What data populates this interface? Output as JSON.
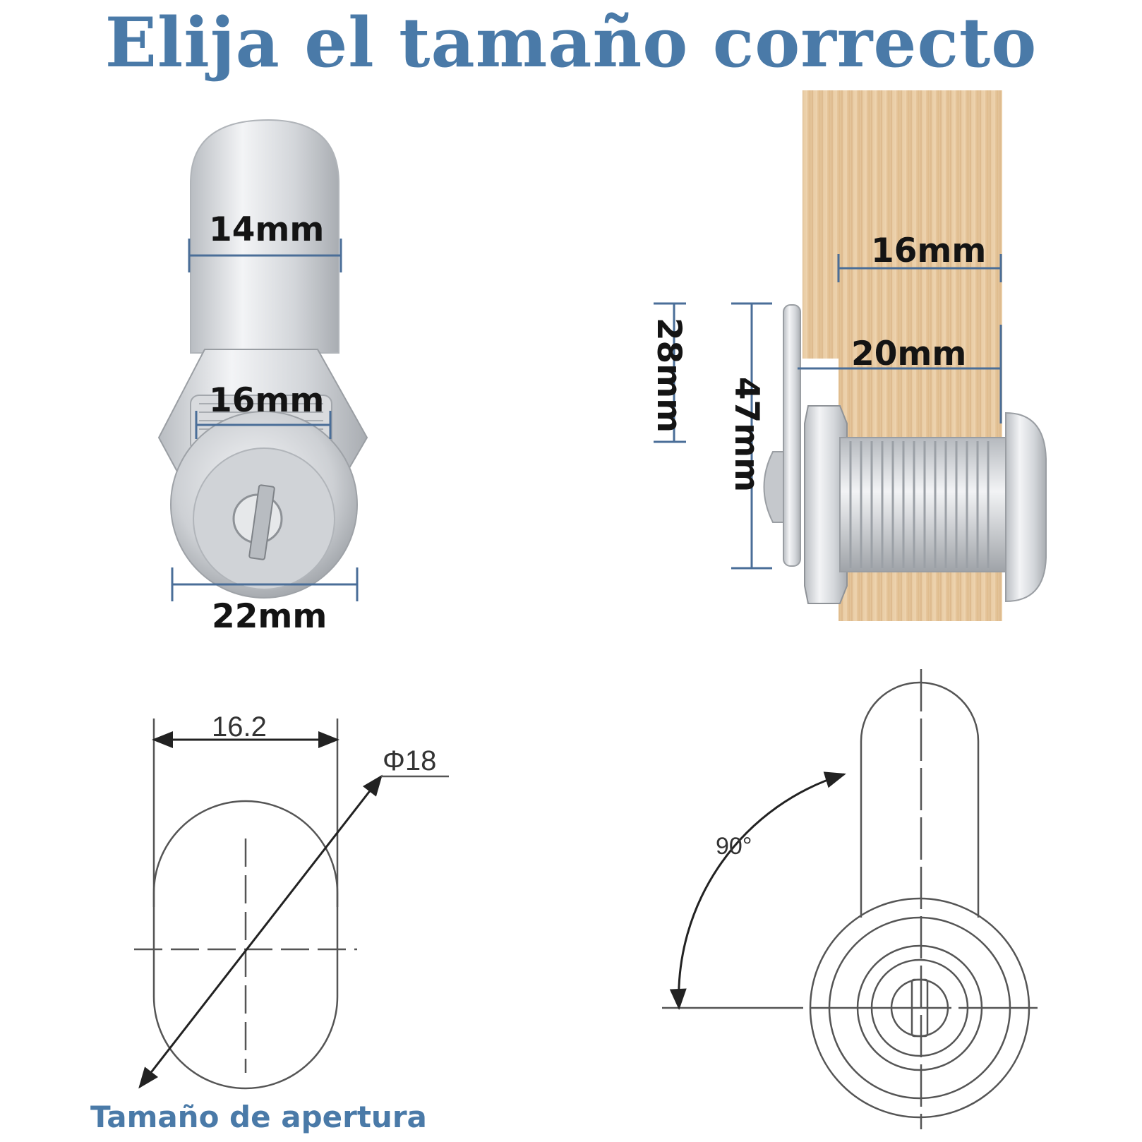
{
  "title": "Elija el tamaño correcto",
  "photo_left": {
    "lever_width": "14mm",
    "thread_diameter": "16mm",
    "face_diameter": "22mm"
  },
  "photo_right": {
    "max_panel_thickness": "16mm",
    "body_length": "20mm",
    "lever_length": "28mm",
    "overall_length": "47mm"
  },
  "drawing_left": {
    "width": "16.2",
    "diameter": "Φ18",
    "caption": "Tamaño de apertura"
  },
  "drawing_right": {
    "rotation": "90°"
  },
  "colors": {
    "title_blue": "#4a7aa8",
    "dimension_line_blue": "#4a6e98",
    "wood": "#e8c9a0",
    "steel": "#c9ccd0"
  }
}
